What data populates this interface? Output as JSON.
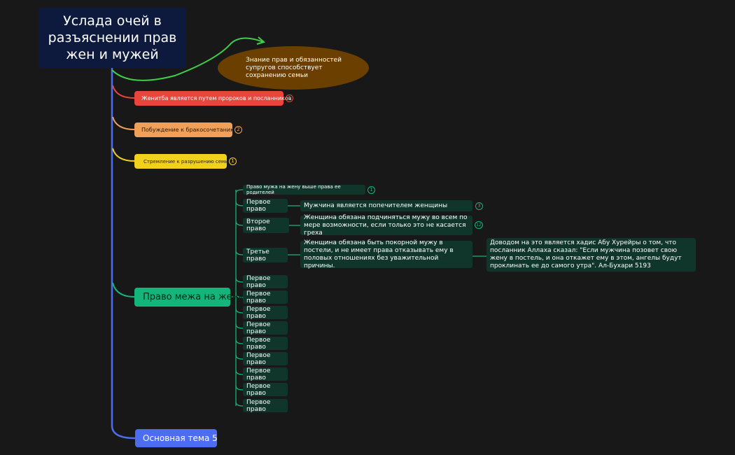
{
  "root": {
    "title": "Услада очей в разъяснении прав жен и мужей"
  },
  "ellipse": {
    "text": "Знание прав и обязанностей супругов способствует сохранению семьи"
  },
  "branches": {
    "red": {
      "label": "Женитба является путем пророков и посланников",
      "badge": "1",
      "color": "#e8453c"
    },
    "orange": {
      "label": "Побуждение к бракосочетанию",
      "badge": "2",
      "color": "#f0a058"
    },
    "yellow": {
      "label": "Стремление к разрушению семьи...",
      "badge": "1",
      "color": "#f2d11c"
    },
    "green": {
      "label": "Право межа на жену",
      "color": "#14b57a"
    },
    "blue": {
      "label": "Основная тема 5",
      "color": "#4d6df0"
    }
  },
  "green_children": {
    "top": {
      "label": "Право мужа на жену выше права ее родителей",
      "badge": "1"
    },
    "first": {
      "label": "Первое право",
      "child": "Мужчина является попечителем женщины",
      "badge": "3"
    },
    "second": {
      "label": "Второе право",
      "child": "Женщина обязана подчиняться мужу во всем по мере возможности, если только это не касается греха",
      "badge": "12"
    },
    "third": {
      "label": "Третье право",
      "child": "Женщина обязана быть покорной мужу в постели, и не имеет права отказывать ему в половых отношениях без уважительной причины.",
      "grandchild": "Доводом на это является хадис Абу Хурейры о том, что посланник Аллаха сказал: \"Если мужчина позовет свою жену в постель, и она откажет ему в этом, ангелы будут проклинать ее до самого утра\". Ал-Бухари 5193"
    },
    "repeat": [
      "Первое право",
      "Первое право",
      "Первое право",
      "Первое право",
      "Первое право",
      "Первое право",
      "Первое право",
      "Первое право",
      "Первое право"
    ]
  }
}
